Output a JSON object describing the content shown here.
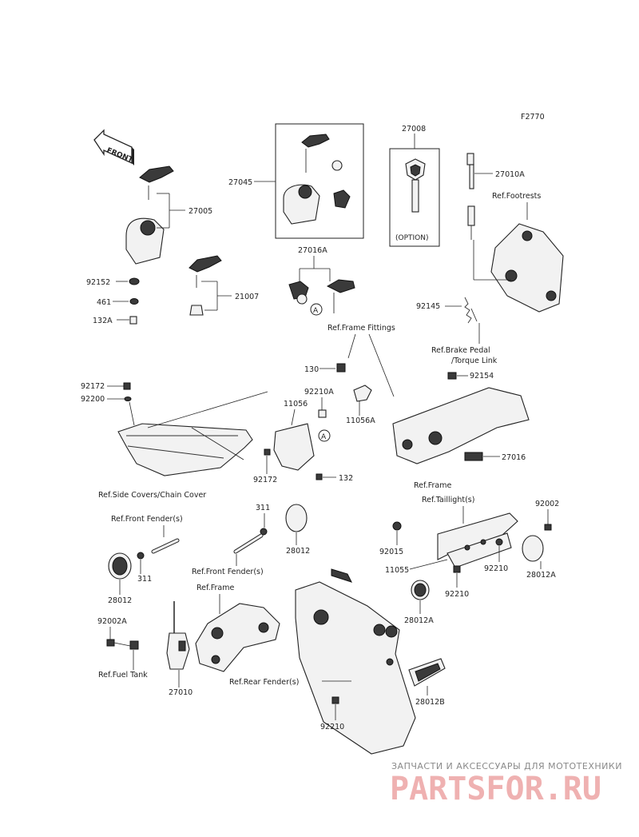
{
  "figure_code": "F2770",
  "front_marker": "FRONT",
  "option_label": "(OPTION)",
  "callout_a": "A",
  "labels": {
    "l27008": "27008",
    "l27045": "27045",
    "l27010A": "27010A",
    "refFootrests": "Ref.Footrests",
    "l27005": "27005",
    "l27016A": "27016A",
    "l92152": "92152",
    "l21007": "21007",
    "l461": "461",
    "l132A": "132A",
    "l92145": "92145",
    "refFrameFittings": "Ref.Frame Fittings",
    "refBrakePedal": "Ref.Brake Pedal",
    "refTorqueLink": "/Torque Link",
    "l130": "130",
    "l92154": "92154",
    "l92172a": "92172",
    "l92210A": "92210A",
    "l92200": "92200",
    "l11056": "11056",
    "l11056A": "11056A",
    "l92172b": "92172",
    "l132": "132",
    "l27016": "27016",
    "refSideCovers": "Ref.Side Covers/Chain Cover",
    "refFrame1": "Ref.Frame",
    "l311a": "311",
    "refTaillight": "Ref.Taillight(s)",
    "l92002": "92002",
    "refFrontFender1": "Ref.Front Fender(s)",
    "l28012a": "28012",
    "l92015": "92015",
    "l11055": "11055",
    "l92210a": "92210",
    "l28012A1": "28012A",
    "l311b": "311",
    "refFrontFender2": "Ref.Front Fender(s)",
    "l92210b": "92210",
    "l28012b": "28012",
    "refFrame2": "Ref.Frame",
    "l28012A2": "28012A",
    "l92002A": "92002A",
    "refFuelTank": "Ref.Fuel Tank",
    "refRearFender": "Ref.Rear Fender(s)",
    "l27010": "27010",
    "l28012B": "28012B",
    "l92210c": "92210"
  },
  "watermark": {
    "tagline": "ЗАПЧАСТИ И АКСЕССУАРЫ ДЛЯ МОТОТЕХНИКИ",
    "brand": "PARTSFOR.RU"
  },
  "colors": {
    "line": "#222222",
    "watermark_text": "#8a8a8a",
    "watermark_brand": "#efb1b1"
  }
}
